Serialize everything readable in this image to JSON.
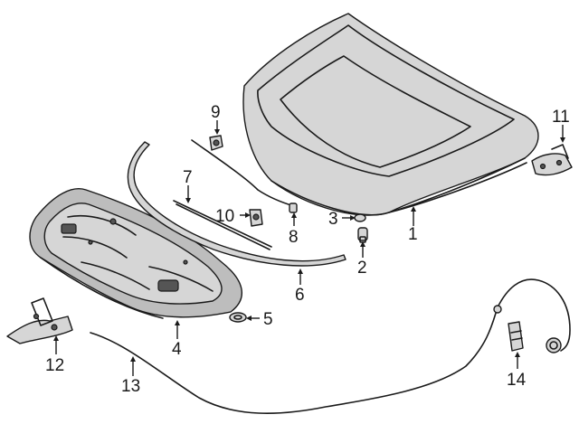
{
  "callouts": {
    "c1": "1",
    "c2": "2",
    "c3": "3",
    "c4": "4",
    "c5": "5",
    "c6": "6",
    "c7": "7",
    "c8": "8",
    "c9": "9",
    "c10": "10",
    "c11": "11",
    "c12": "12",
    "c13": "13",
    "c14": "14"
  },
  "colors": {
    "line": "#1a1a1a",
    "part_shade": "#bdbdbd",
    "background": "#ffffff"
  }
}
